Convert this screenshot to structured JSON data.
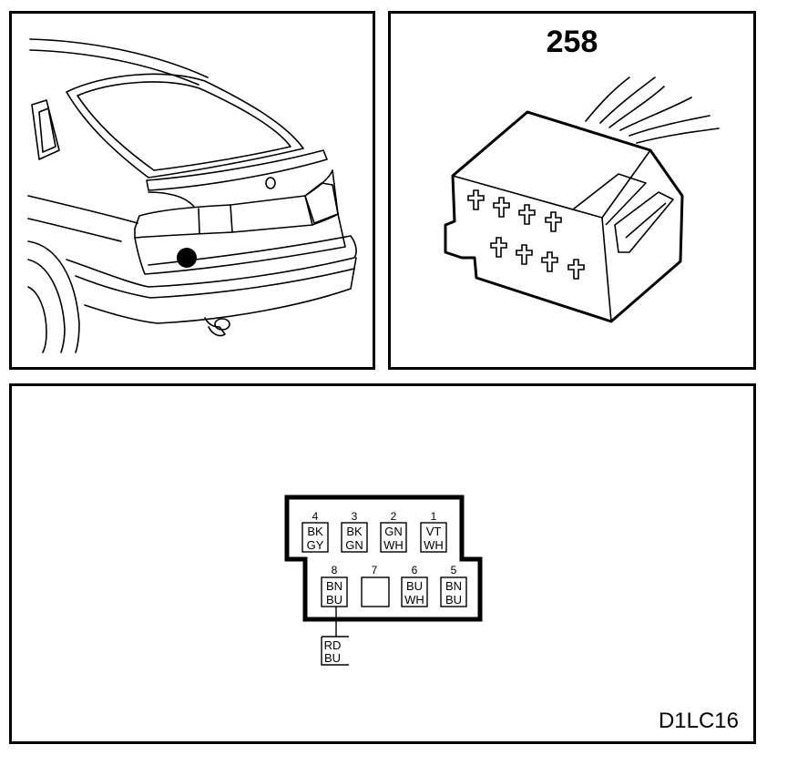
{
  "connector": {
    "number": "258"
  },
  "diagram_code": "D1LC16",
  "pins": [
    {
      "num": "4",
      "color1": "BK",
      "color2": "GY"
    },
    {
      "num": "3",
      "color1": "BK",
      "color2": "GN"
    },
    {
      "num": "2",
      "color1": "GN",
      "color2": "WH"
    },
    {
      "num": "1",
      "color1": "VT",
      "color2": "WH"
    },
    {
      "num": "8",
      "color1": "BN",
      "color2": "BU"
    },
    {
      "num": "7",
      "color1": "",
      "color2": ""
    },
    {
      "num": "6",
      "color1": "BU",
      "color2": "WH"
    },
    {
      "num": "5",
      "color1": "BN",
      "color2": "BU"
    }
  ],
  "branch_wire": {
    "color1": "RD",
    "color2": "BU"
  }
}
